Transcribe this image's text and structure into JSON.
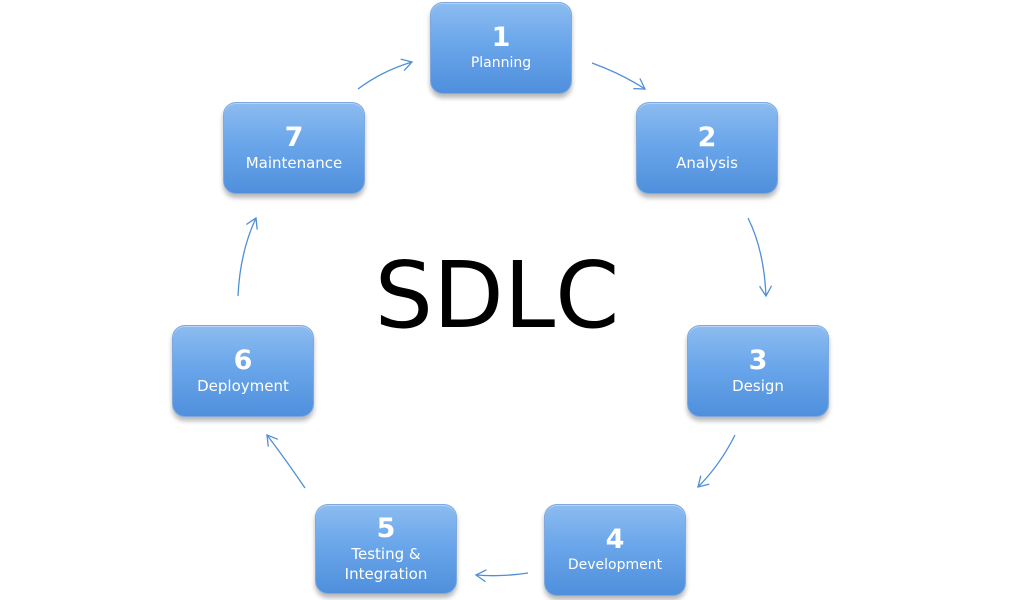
{
  "title": "SDLC",
  "accent_color": "#5b9bd5",
  "arrow_color": "#4f8fd6",
  "phases": [
    {
      "number": "1",
      "label": "Planning"
    },
    {
      "number": "2",
      "label": "Analysis"
    },
    {
      "number": "3",
      "label": "Design"
    },
    {
      "number": "4",
      "label": "Development"
    },
    {
      "number": "5",
      "label": "Testing &\nIntegration"
    },
    {
      "number": "6",
      "label": "Deployment"
    },
    {
      "number": "7",
      "label": "Maintenance"
    }
  ]
}
